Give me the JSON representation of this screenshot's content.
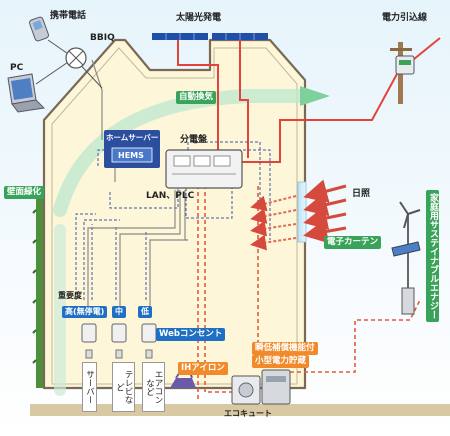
{
  "labels": {
    "mobile_phone": "携帯電話",
    "bbiq": "BBIQ",
    "pc": "PC",
    "solar": "太陽光発電",
    "power_service": "電力引込線",
    "ventilation": "自動換気",
    "home_server": "ホームサーバー",
    "hems": "HEMS",
    "distribution_board": "分電盤",
    "lan_plc": "LAN、PLC",
    "sunlight": "日照",
    "wall_greening": "壁面緑化",
    "electronic_curtain": "電子カーテン",
    "sustainable_energy": "家庭用サステイナブルエナジー",
    "importance": "重要度",
    "high": "高(無停電)",
    "mid": "中",
    "low": "低",
    "web_outlet": "Webコンセント",
    "ih_iron": "IHアイロン",
    "server": "サーバー",
    "tv_etc": "テレビなど",
    "aircon_etc": "エアコンなど",
    "instant_drop": "瞬低補償機能付",
    "small_storage": "小型電力貯蔵",
    "ecocute": "エコキュート"
  },
  "colors": {
    "house_fill": "#fdf6d8",
    "house_outline": "#7a6a55",
    "roof_panel": "#1f4fa8",
    "power_line": "#e3433b",
    "data_line": "#3b5aa8",
    "tag_blue": "#1f6fc4",
    "tag_green": "#3aa35a",
    "tag_orange": "#f08a2b",
    "ventilation_arrow": "#8fd6a6",
    "hems_panel": "#2b4f9e",
    "ground": "#c8b48c"
  },
  "icons": [
    "mobile-phone-icon",
    "router-globe-icon",
    "laptop-icon",
    "solar-panel-icon",
    "utility-pole-icon",
    "meter-icon",
    "distribution-board-icon",
    "outlet-icon",
    "iron-icon",
    "storage-battery-icon",
    "ecocute-unit-icon",
    "wind-turbine-icon",
    "solar-streetlight-icon",
    "sun-ray-arrow-icon"
  ]
}
